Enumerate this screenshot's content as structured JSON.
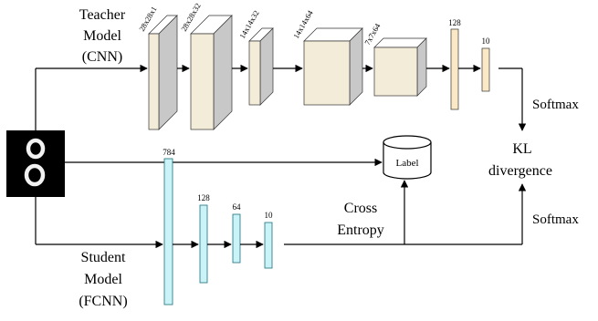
{
  "colors": {
    "teacher_front": "#f3ecd8",
    "teacher_side": "#c8c8c8",
    "teacher_top": "#ffffff",
    "teacher_dense": "#fbe9c6",
    "student_layer": "#c9f3f6",
    "student_edge": "#1f6f7a",
    "line": "#000000"
  },
  "teacher": {
    "title_lines": [
      "Teacher",
      "Model",
      "(CNN)"
    ],
    "conv_labels": [
      "28x28x1",
      "28x28x32",
      "14x14x32",
      "14x14x64",
      "7x7x64"
    ],
    "dense_labels": [
      "128",
      "10"
    ],
    "softmax_label": "Softmax"
  },
  "student": {
    "title_lines": [
      "Student",
      "Model",
      "(FCNN)"
    ],
    "layer_labels": [
      "784",
      "128",
      "64",
      "10"
    ],
    "softmax_label": "Softmax"
  },
  "input": {
    "digit_icon": "digit-eight-icon"
  },
  "label_db": {
    "text": "Label",
    "icon": "database-cylinder-icon"
  },
  "loss": {
    "cross_entropy_lines": [
      "Cross",
      "Entropy"
    ],
    "kl_lines": [
      "KL",
      "divergence"
    ]
  }
}
